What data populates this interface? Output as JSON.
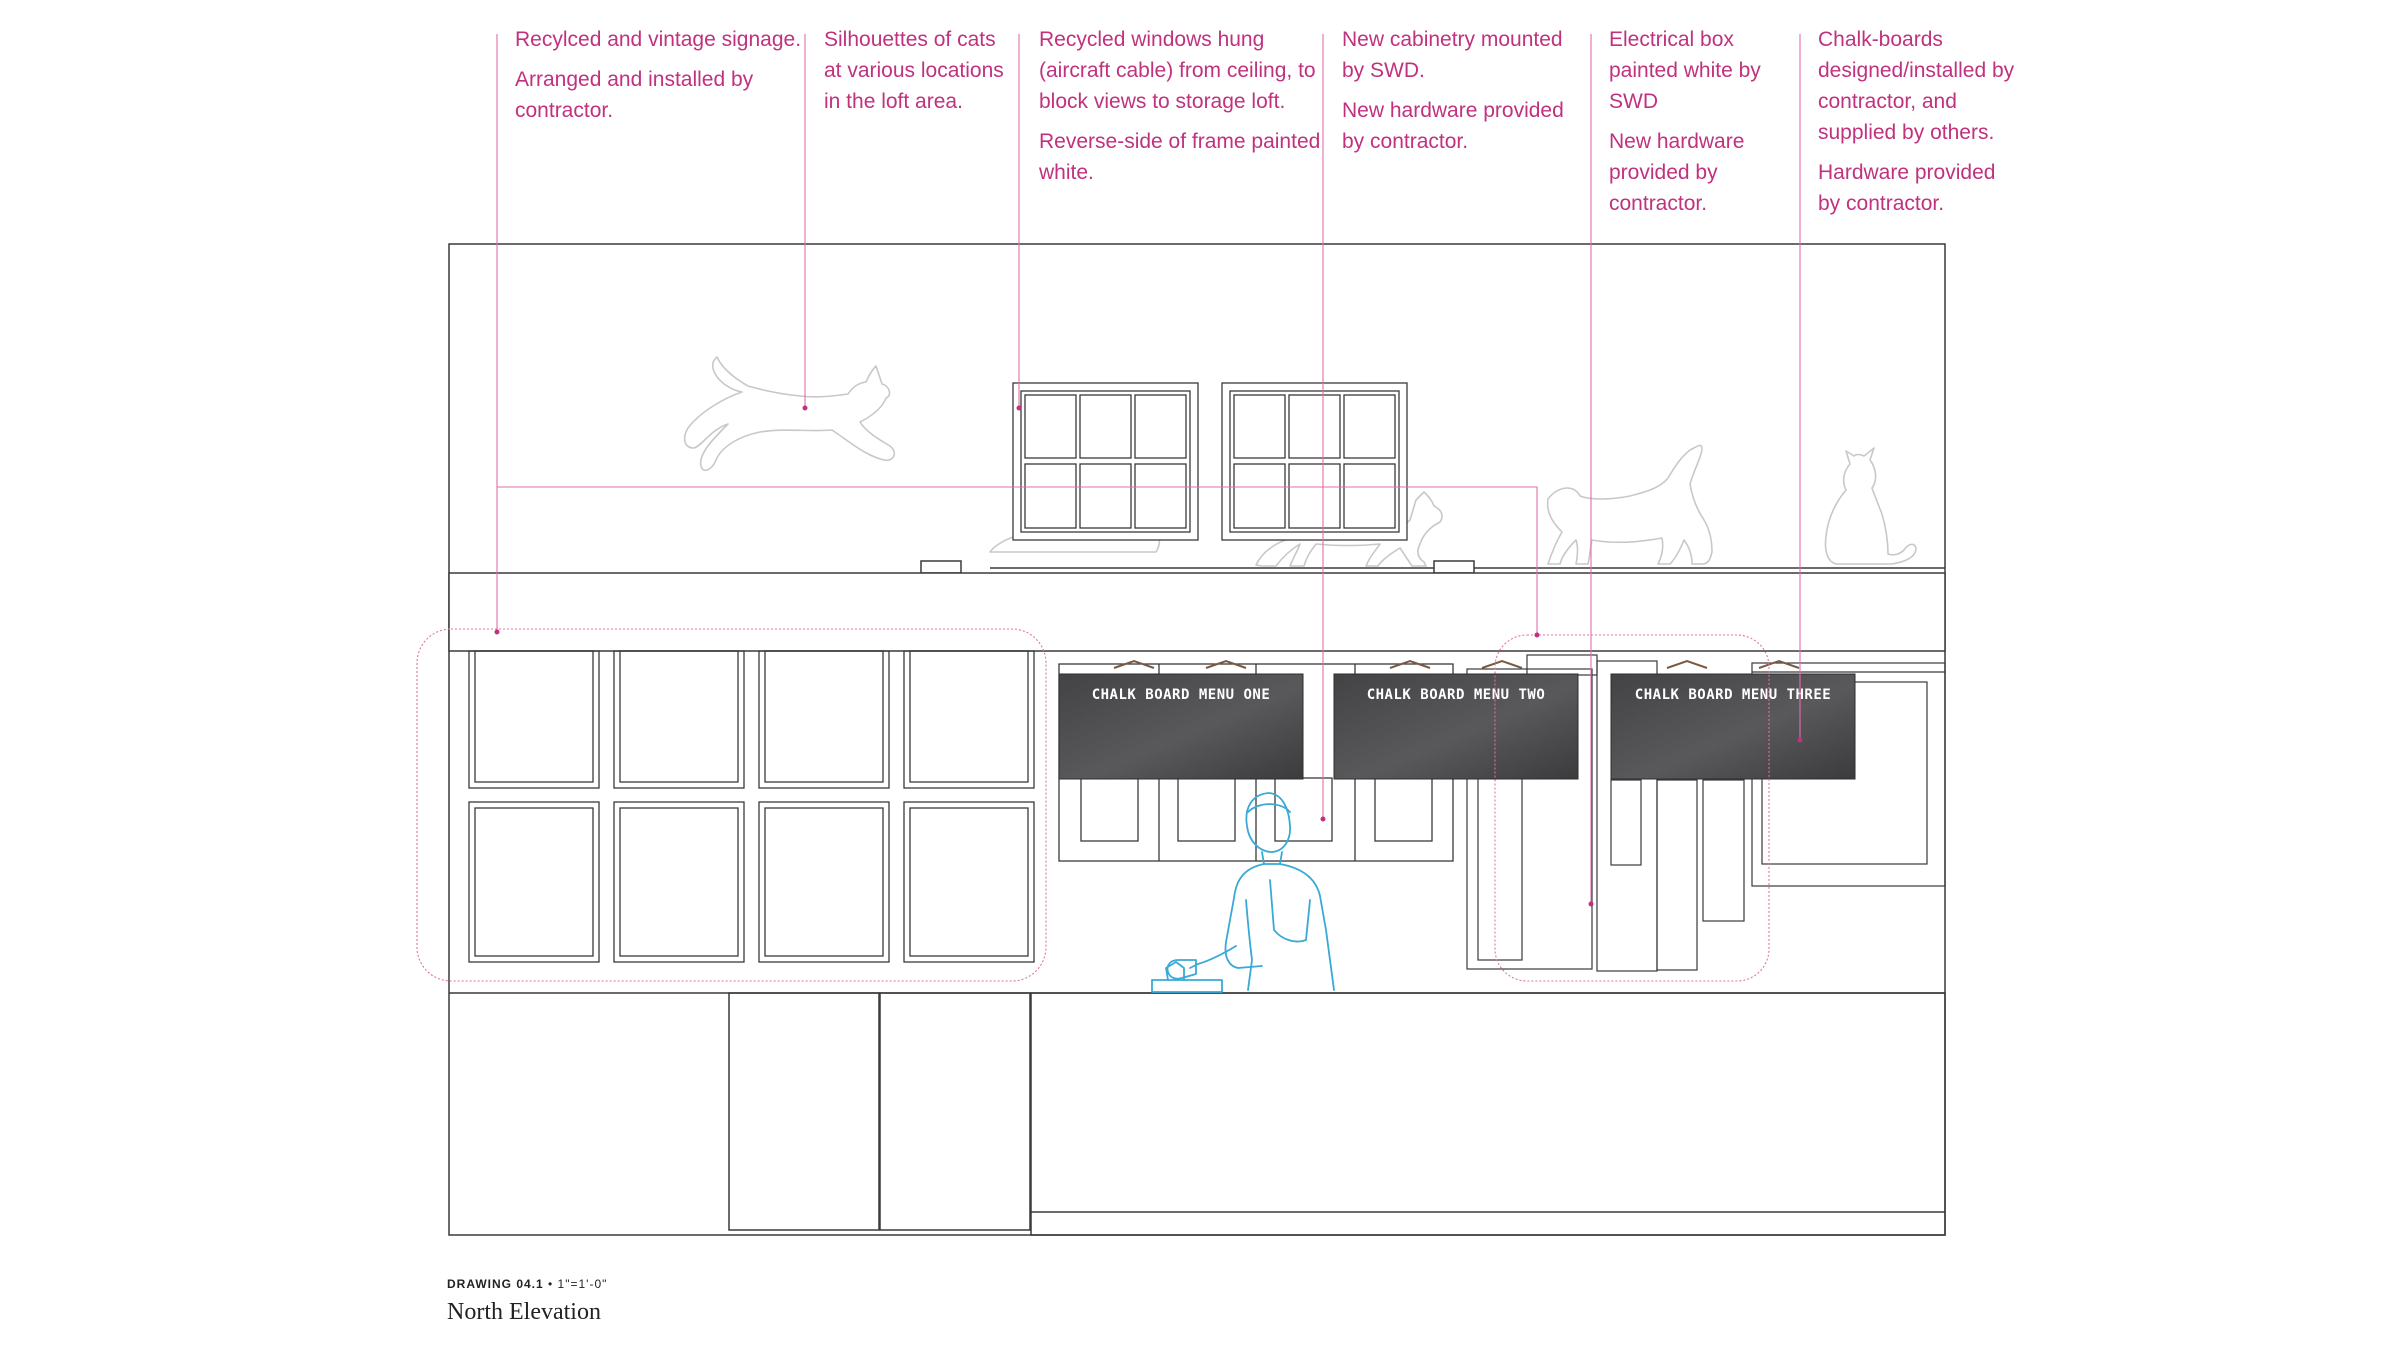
{
  "notes": [
    {
      "lines": [
        "Recylced and vintage signage.",
        "Arranged and installed by contractor."
      ]
    },
    {
      "lines": [
        "Silhouettes of cats at various locations in the loft area."
      ]
    },
    {
      "lines": [
        "Recycled windows hung (aircraft cable) from ceiling, to block views to storage loft.",
        "Reverse-side of frame painted white."
      ]
    },
    {
      "lines": [
        "New cabinetry mounted by SWD.",
        "New hardware provided by contractor."
      ]
    },
    {
      "lines": [
        "Electrical box painted white by SWD",
        "New hardware provided by contractor."
      ]
    },
    {
      "lines": [
        "Chalk-boards designed/installed by contractor, and supplied by others.",
        "Hardware provided by contractor."
      ]
    }
  ],
  "chalkboards": [
    "CHALK BOARD MENU ONE",
    "CHALK BOARD MENU TWO",
    "CHALK BOARD MENU THREE"
  ],
  "caption": {
    "drawing": "DRAWING 04.1",
    "scale": " • 1\"=1'-0\"",
    "title": "North Elevation"
  },
  "colors": {
    "annotation": "#c0317e",
    "linework": "#3a3a3a",
    "silhouette": "#c8c8c8",
    "person": "#39a9d6",
    "chalkboard": "#505052"
  }
}
